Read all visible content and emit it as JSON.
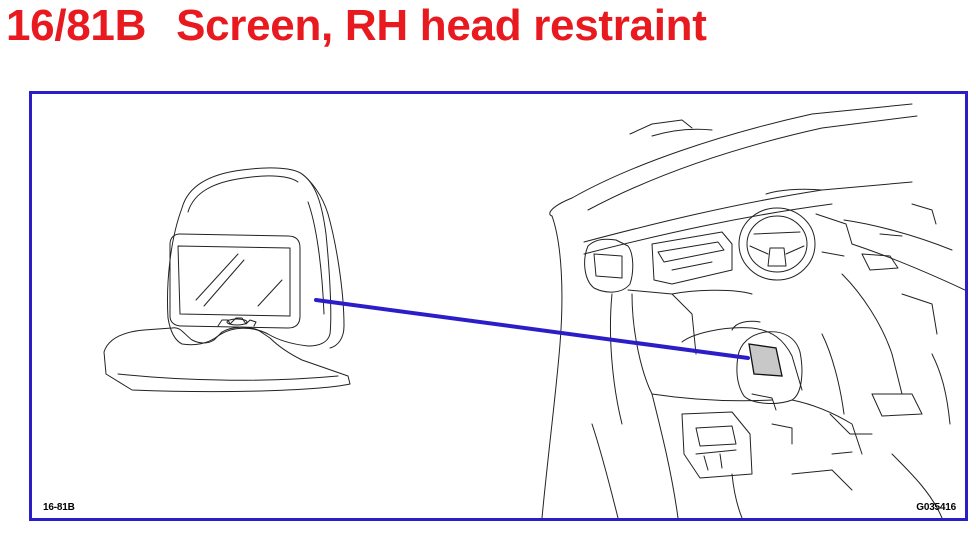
{
  "header": {
    "code": "16/81B",
    "title": "Screen, RH head restraint",
    "color": "#e8191f"
  },
  "diagram": {
    "frame_color": "#2b1ec8",
    "leader_color": "#2b1ec8",
    "highlight_color": "#c8c8c8",
    "figure_ref": "16-81B",
    "graphic_id": "G035416",
    "parts": [
      "head-restraint-screen",
      "vehicle-interior"
    ]
  }
}
